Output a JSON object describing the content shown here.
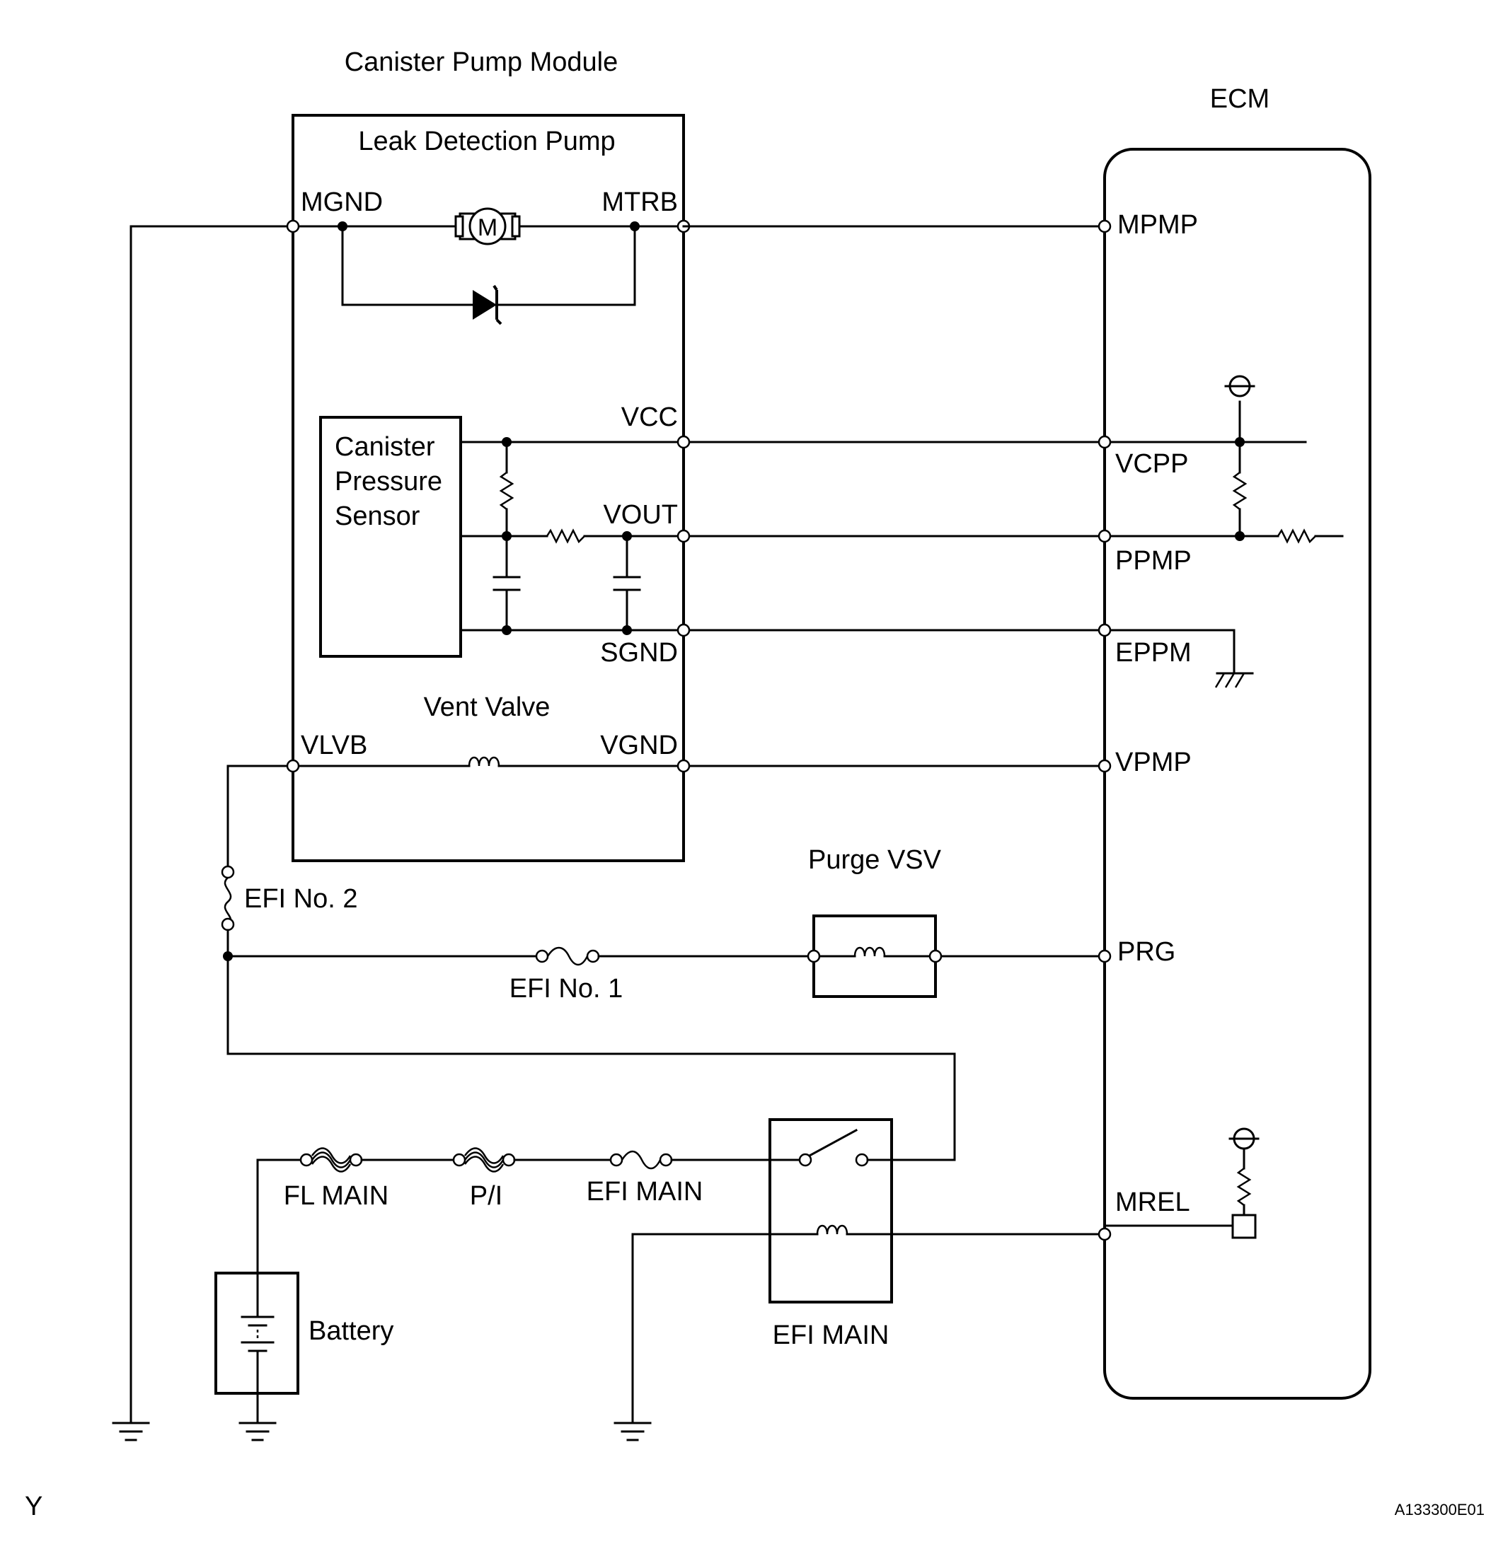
{
  "diagram": {
    "components": {
      "canister_pump_module": "Canister Pump Module",
      "leak_detection_pump": "Leak Detection Pump",
      "motor_symbol": "M",
      "canister_pressure_sensor": [
        "Canister",
        "Pressure",
        "Sensor"
      ],
      "vent_valve": "Vent Valve",
      "ecm": "ECM",
      "purge_vsv": "Purge VSV",
      "battery": "Battery",
      "efi_main_relay": "EFI MAIN"
    },
    "pins": {
      "mgnd": "MGND",
      "mtrb": "MTRB",
      "vcc": "VCC",
      "vout": "VOUT",
      "sgnd": "SGND",
      "vlvb": "VLVB",
      "vgnd": "VGND",
      "mpmp": "MPMP",
      "vcpp": "VCPP",
      "ppmp": "PPMP",
      "eppm": "EPPM",
      "vpmp": "VPMP",
      "prg": "PRG",
      "mrel": "MREL"
    },
    "fuses": {
      "efi_no2": "EFI No. 2",
      "efi_no1": "EFI No. 1",
      "fl_main": "FL MAIN",
      "pi": "P/I",
      "efi_main": "EFI MAIN"
    },
    "footer": {
      "left": "Y",
      "right": "A133300E01"
    }
  }
}
